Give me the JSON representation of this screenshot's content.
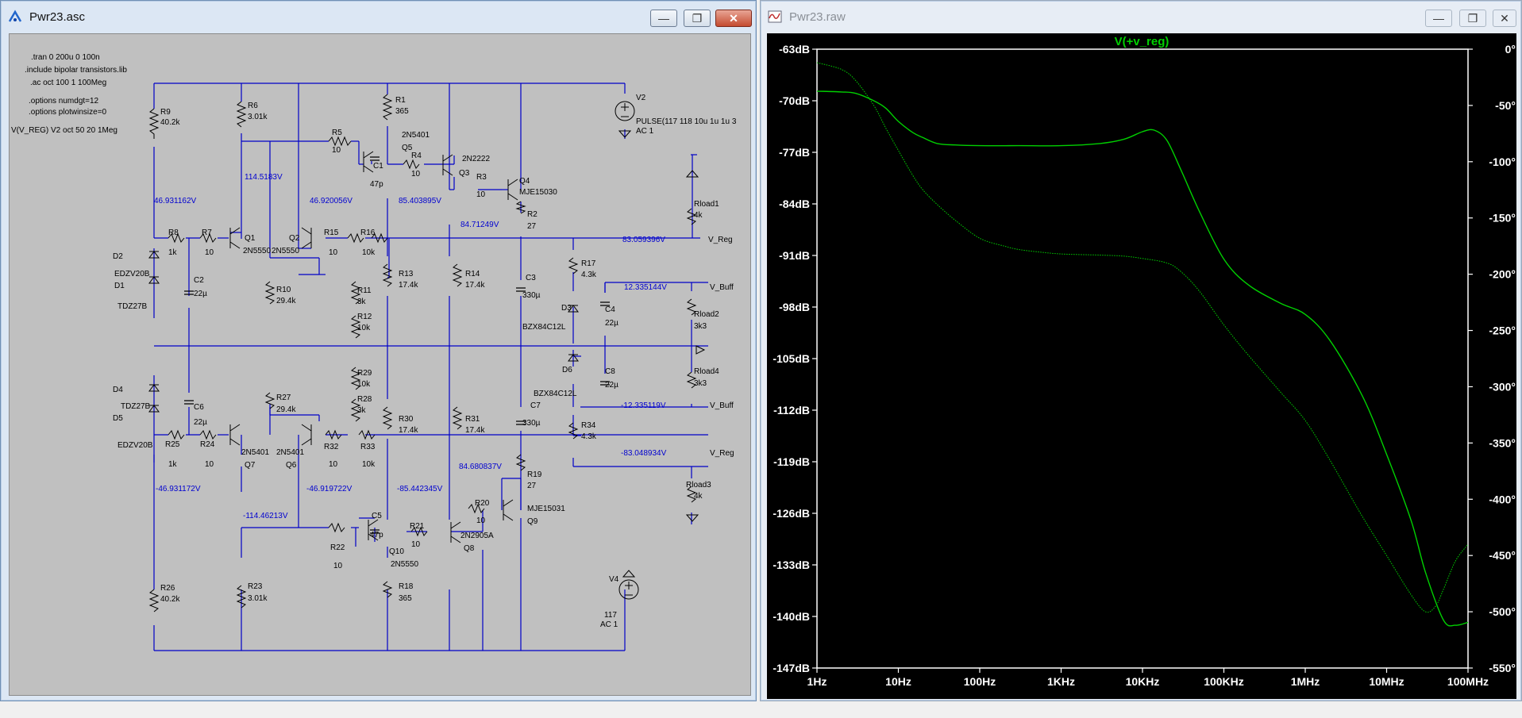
{
  "schematic_window": {
    "title": "Pwr23.asc",
    "buttons": {
      "minimize": "—",
      "maximize": "❐",
      "close": "✕"
    },
    "directives": [
      ".tran 0 200u 0 100n",
      ".include bipolar transistors.lib",
      ".ac oct 100 1 100Meg",
      ".options numdgt=12",
      ".options plotwinsize=0",
      "V(V_REG) V2 oct 50 20 1Meg"
    ],
    "components": {
      "R1": "R1",
      "R1_val": "365",
      "R2": "R2",
      "R2_val": "27",
      "R3": "R3",
      "R3_val": "10",
      "R4": "R4",
      "R4_val": "10",
      "R5": "R5",
      "R5_val": "10",
      "R6": "R6",
      "R6_val": "3.01k",
      "R7": "R7",
      "R7_val": "10",
      "R8": "R8",
      "R8_val": "1k",
      "R9": "R9",
      "R9_val": "40.2k",
      "R10": "R10",
      "R10_val": "29.4k",
      "R11": "R11",
      "R11_val": "3k",
      "R12": "R12",
      "R12_val": "10k",
      "R13": "R13",
      "R13_val": "17.4k",
      "R14": "R14",
      "R14_val": "17.4k",
      "R15": "R15",
      "R15_val": "10",
      "R16": "R16",
      "R16_val": "10k",
      "R17": "R17",
      "R17_val": "4.3k",
      "R18": "R18",
      "R18_val": "365",
      "R19": "R19",
      "R19_val": "27",
      "R20": "R20",
      "R20_val": "10",
      "R21": "R21",
      "R21_val": "10",
      "R22": "R22",
      "R22_val": "10",
      "R23": "R23",
      "R23_val": "3.01k",
      "R24": "R24",
      "R24_val": "10",
      "R25": "R25",
      "R25_val": "1k",
      "R26": "R26",
      "R26_val": "40.2k",
      "R27": "R27",
      "R27_val": "29.4k",
      "R28": "R28",
      "R28_val": "3k",
      "R29": "R29",
      "R29_val": "10k",
      "R30": "R30",
      "R30_val": "17.4k",
      "R31": "R31",
      "R31_val": "17.4k",
      "R32": "R32",
      "R32_val": "10",
      "R33": "R33",
      "R33_val": "10k",
      "R34": "R34",
      "R34_val": "4.3k",
      "Rload1": "Rload1",
      "Rload1_val": "4k",
      "Rload2": "Rload2",
      "Rload2_val": "3k3",
      "Rload3": "Rload3",
      "Rload3_val": "4k",
      "Rload4": "Rload4",
      "Rload4_val": "3k3",
      "C1": "C1",
      "C1_val": "47p",
      "C2": "C2",
      "C2_val": "22µ",
      "C3": "C3",
      "C3_val": "330µ",
      "C4": "C4",
      "C4_val": "22µ",
      "C5": "C5",
      "C5_val": "47p",
      "C6": "C6",
      "C6_val": "22µ",
      "C7": "C7",
      "C7_val": "330µ",
      "C8": "C8",
      "C8_val": "22µ",
      "D1": "D1",
      "D1_val": "TDZ27B",
      "D2": "D2",
      "D2_val": "EDZV20B",
      "D3": "D3",
      "D3_val": "BZX84C12L",
      "D4": "D4",
      "D4_val": "TDZ27B",
      "D5": "D5",
      "D5_val": "EDZV20B",
      "D6": "D6",
      "D6_val": "BZX84C12L",
      "Q1": "Q1",
      "Q1_val": "2N5550",
      "Q2": "Q2",
      "Q2_val": "2N5550",
      "Q3": "Q3",
      "Q3_val": "2N2222",
      "Q4": "Q4",
      "Q4_val": "MJE15030",
      "Q5": "Q5",
      "Q5_val": "2N5401",
      "Q6": "Q6",
      "Q6_val": "2N5401",
      "Q7": "Q7",
      "Q7_val": "2N5401",
      "Q8": "Q8",
      "Q8_val": "2N2905A",
      "Q9": "Q9",
      "Q9_val": "MJE15031",
      "Q10": "Q10",
      "Q10_val": "2N5550",
      "V2": "V2",
      "V2_val1": "PULSE(117 118 10u 1u 1u 3",
      "V2_val2": "AC 1",
      "V4": "V4",
      "V4_val1": "117",
      "V4_val2": "AC 1"
    },
    "node_voltages": {
      "n1": "46.931162V",
      "n2": "114.5183V",
      "n3": "46.920056V",
      "n4": "85.403895V",
      "n5": "84.71249V",
      "n6": "83.059396V",
      "n7": "12.335144V",
      "n8": "-12.335119V",
      "n9": "-83.048934V",
      "n10": "84.680837V",
      "n11": "-85.442345V",
      "n12": "-46.919722V",
      "n13": "-46.931172V",
      "n14": "-114.46213V"
    },
    "net_labels": {
      "vreg_top": "V_Reg",
      "vbuff_top": "V_Buff",
      "vbuff_bot": "V_Buff",
      "vreg_bot": "V_Reg"
    }
  },
  "plot_window": {
    "title": "Pwr23.raw",
    "buttons": {
      "minimize": "—",
      "maximize": "❐",
      "close": "✕"
    },
    "trace_label": "V(+v_reg)",
    "colors": {
      "background": "#000000",
      "trace": "#00d000",
      "axis": "#ffffff"
    },
    "left_ticks": [
      "-63dB",
      "-70dB",
      "-77dB",
      "-84dB",
      "-91dB",
      "-98dB",
      "-105dB",
      "-112dB",
      "-119dB",
      "-126dB",
      "-133dB",
      "-140dB",
      "-147dB"
    ],
    "right_ticks": [
      "0°",
      "-50°",
      "-100°",
      "-150°",
      "-200°",
      "-250°",
      "-300°",
      "-350°",
      "-400°",
      "-450°",
      "-500°",
      "-550°"
    ],
    "x_ticks": [
      "1Hz",
      "10Hz",
      "100Hz",
      "1KHz",
      "10KHz",
      "100KHz",
      "1MHz",
      "10MHz",
      "100MHz"
    ]
  },
  "chart_data": {
    "type": "line",
    "title": "V(+v_reg)",
    "x_scale": "log",
    "xlim": [
      1,
      100000000
    ],
    "ylim_left": [
      -147,
      -63
    ],
    "ylim_right": [
      -550,
      0
    ],
    "grid": false,
    "series": [
      {
        "name": "V(+v_reg)",
        "axis": "left",
        "style": "solid",
        "x": [
          1,
          2,
          3,
          5,
          7,
          10,
          15,
          20,
          30,
          50,
          100,
          300,
          1000,
          3000,
          6000,
          10000,
          14000,
          20000,
          30000,
          50000,
          100000,
          200000,
          500000,
          1000000,
          2000000,
          5000000,
          10000000,
          20000000,
          30000000,
          50000000,
          70000000,
          100000000
        ],
        "values": [
          -68.7,
          -68.8,
          -69.0,
          -70.0,
          -71.0,
          -72.8,
          -74.3,
          -75.0,
          -75.8,
          -76.0,
          -76.1,
          -76.1,
          -76.1,
          -75.8,
          -75.2,
          -74.2,
          -74.0,
          -75.4,
          -79.5,
          -85.0,
          -91.5,
          -95.0,
          -97.5,
          -99.0,
          -102.5,
          -110.0,
          -118.0,
          -127.0,
          -134.0,
          -140.5,
          -141.2,
          -140.8
        ]
      },
      {
        "name": "phase",
        "axis": "right",
        "style": "dotted",
        "x": [
          1,
          2,
          3,
          5,
          7,
          10,
          15,
          20,
          30,
          50,
          100,
          200,
          300,
          500,
          1000,
          3000,
          6000,
          10000,
          20000,
          30000,
          50000,
          100000,
          200000,
          500000,
          1000000,
          2000000,
          5000000,
          10000000,
          20000000,
          30000000,
          40000000,
          50000000,
          70000000,
          100000000
        ],
        "values": [
          -12,
          -18,
          -28,
          -50,
          -70,
          -90,
          -112,
          -125,
          -138,
          -152,
          -168,
          -175,
          -178,
          -180,
          -182,
          -183,
          -184,
          -186,
          -190,
          -198,
          -215,
          -245,
          -272,
          -305,
          -330,
          -365,
          -415,
          -450,
          -485,
          -500,
          -495,
          -480,
          -455,
          -440
        ]
      }
    ]
  }
}
